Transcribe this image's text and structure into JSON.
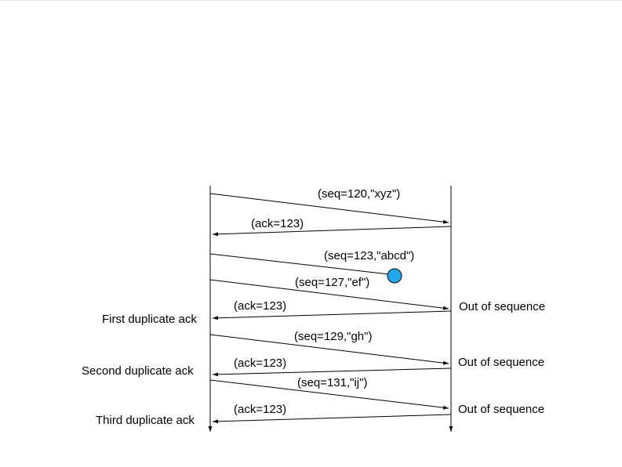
{
  "messages": {
    "m1": "(seq=120,\"xyz\")",
    "m2": "(ack=123)",
    "m3": "(seq=123,\"abcd\")",
    "m4": "(seq=127,\"ef\")",
    "m5": "(ack=123)",
    "m6": "(seq=129,\"gh\")",
    "m7": "(ack=123)",
    "m8": "(seq=131,\"ij\")",
    "m9": "(ack=123)"
  },
  "sender_notes": {
    "first": "First duplicate ack",
    "second": "Second duplicate ack",
    "third": "Third duplicate ack"
  },
  "receiver_notes": {
    "oos1": "Out of sequence",
    "oos2": "Out of sequence",
    "oos3": "Out of sequence"
  },
  "colors": {
    "line": "#000000",
    "loss_marker": "#1fa7f0",
    "loss_marker_stroke": "#000000"
  }
}
